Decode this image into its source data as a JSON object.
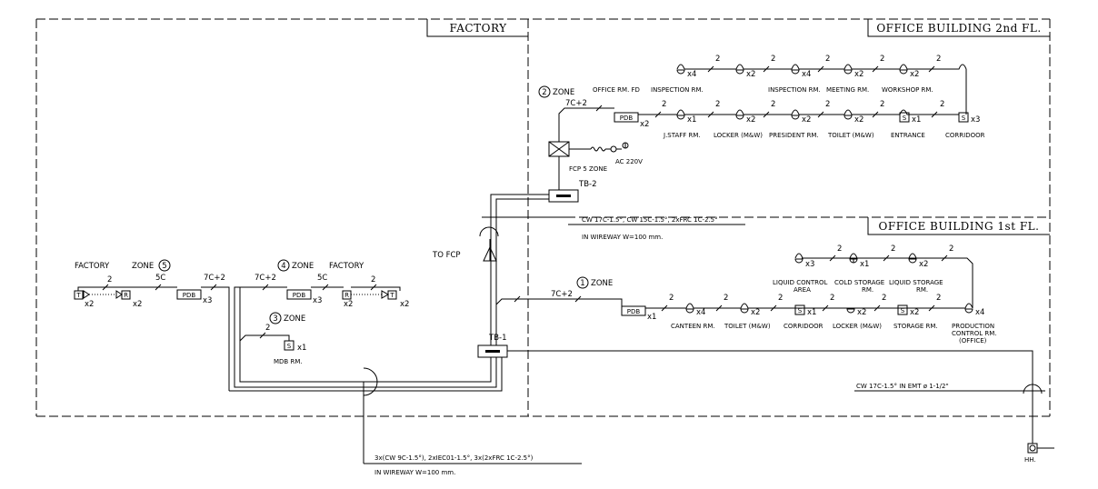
{
  "titles": {
    "factory": "FACTORY",
    "office_2nd": "OFFICE BUILDING 2nd FL.",
    "office_1st": "OFFICE BUILDING 1st FL."
  },
  "zones": {
    "zone1": {
      "num": "1",
      "label": "ZONE",
      "cable": "7C+2",
      "pdb_mult": "x1"
    },
    "zone2": {
      "num": "2",
      "label": "ZONE",
      "cable": "7C+2",
      "pdb_mult": "x2"
    },
    "zone3": {
      "num": "3",
      "label": "ZONE",
      "s_mult": "x1",
      "room": "MDB RM."
    },
    "zone4": {
      "num": "4",
      "label": "ZONE",
      "area": "FACTORY",
      "cable_a": "7C+2",
      "cable_b": "5C",
      "pdb_mult": "x3"
    },
    "zone5": {
      "num": "5",
      "label": "ZONE",
      "area": "FACTORY",
      "cable_a": "5C",
      "cable_b": "7C+2",
      "pdb_mult": "x3"
    }
  },
  "wire_label": "2",
  "pdb_text": "PDB",
  "t_text": "T",
  "r_text": "R",
  "s_text": "S",
  "fcp": {
    "label": "FCP 5 ZONE",
    "ac": "AC 220V"
  },
  "tb": {
    "tb1": "TB-1",
    "tb2": "TB-2"
  },
  "to_fcp": "TO FCP",
  "hh": "HH.",
  "cables": {
    "wireway1": "CW 17C-1.5°, CW 15C-1.5°, 2xFRC 1C-2.5°",
    "wireway1_sub": "IN WIREWAY W=100 mm.",
    "emt": "CW 17C-1.5° IN EMT ø 1-1/2\"",
    "bottom": "3x(CW 9C-1.5°), 2xIEC01-1.5°, 3x(2xFRC 1C-2.5°)",
    "bottom_sub": "IN WIREWAY W=100 mm."
  },
  "floor2_top": {
    "mults": [
      "x4",
      "x2",
      "x4",
      "x2",
      "x2"
    ],
    "rooms": [
      "OFFICE RM. FD",
      "INSPECTION RM.",
      "INSPECTION RM.",
      "MEETING RM.",
      "WORKSHOP RM."
    ]
  },
  "floor2_bottom": {
    "mults": [
      "x1",
      "x2",
      "x2",
      "x2",
      "x1",
      "x3"
    ],
    "rooms": [
      "J.STAFF RM.",
      "LOCKER (M&W)",
      "PRESIDENT RM.",
      "TOILET (M&W)",
      "ENTRANCE",
      "CORRIDOOR"
    ]
  },
  "floor1_top": {
    "mults": [
      "x3",
      "x1",
      "x2"
    ],
    "rooms": [
      "LIQUID CONTROL",
      "AREA",
      "COLD STORAGE",
      "RM.",
      "LIQUID STORAGE",
      "RM."
    ]
  },
  "floor1_bottom": {
    "mults": [
      "x4",
      "x2",
      "x1",
      "x2",
      "x2",
      "x4"
    ],
    "rooms": [
      "CANTEEN RM.",
      "TOILET (M&W)",
      "CORRIDOOR",
      "LOCKER (M&W)",
      "STORAGE RM.",
      "PRODUCTION",
      "CONTROL RM.",
      "(OFFICE)"
    ]
  },
  "zone5_mults": [
    "x2",
    "x2"
  ],
  "zone4_mults": [
    "x2",
    "x2"
  ]
}
